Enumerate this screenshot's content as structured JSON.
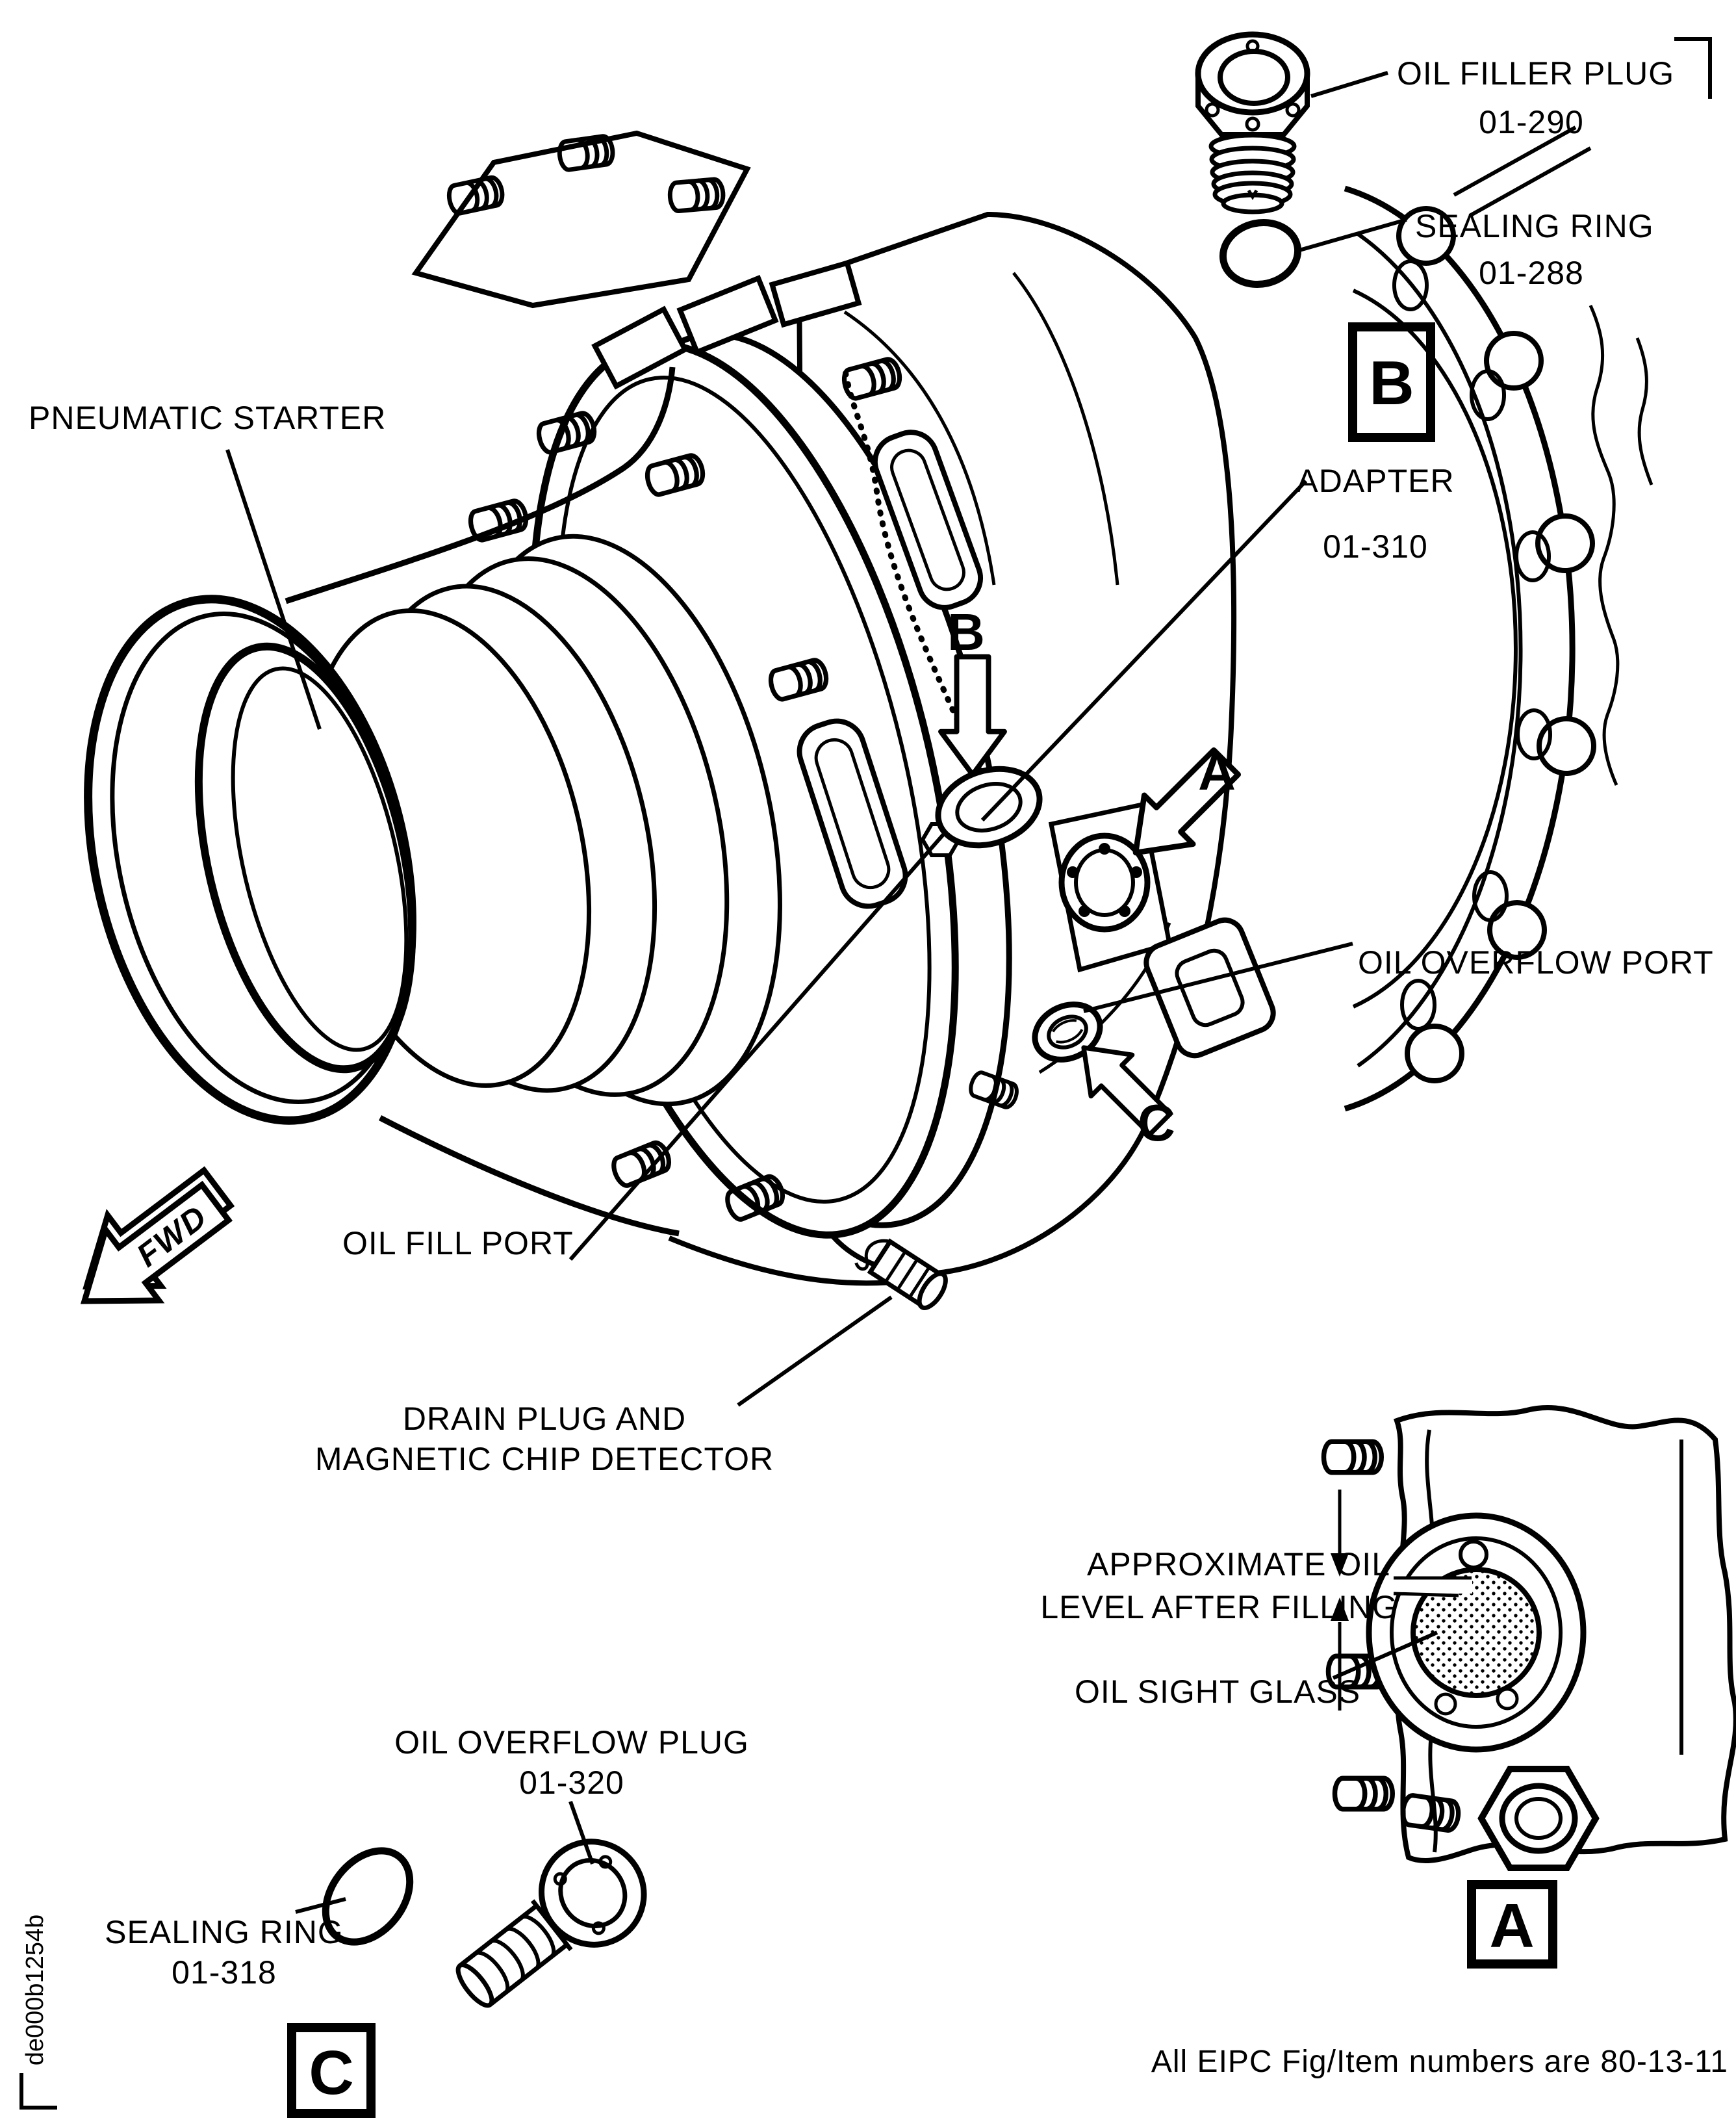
{
  "figure": {
    "footer": "All EIPC Fig/Item numbers are 80-13-11",
    "doc_number": "de000b1254b",
    "fwd_label": "FWD"
  },
  "labels": {
    "pneumatic_starter": "PNEUMATIC STARTER",
    "oil_fill_port": "OIL FILL PORT",
    "oil_overflow_port": "OIL OVERFLOW PORT",
    "adapter_name": "ADAPTER",
    "adapter_item": "01-310",
    "drain_line1": "DRAIN PLUG AND",
    "drain_line2": "MAGNETIC CHIP DETECTOR"
  },
  "callouts": {
    "a": "A",
    "b": "B",
    "c": "C"
  },
  "detail_a": {
    "marker": "A",
    "oil_level_line1": "APPROXIMATE OIL",
    "oil_level_line2": "LEVEL AFTER FILLING",
    "sight_glass": "OIL SIGHT GLASS"
  },
  "detail_b": {
    "marker": "B",
    "filler_plug_name": "OIL FILLER PLUG",
    "filler_plug_item": "01-290",
    "sealing_ring_name": "SEALING RING",
    "sealing_ring_item": "01-288"
  },
  "detail_c": {
    "marker": "C",
    "overflow_plug_name": "OIL OVERFLOW PLUG",
    "overflow_plug_item": "01-320",
    "sealing_ring_name": "SEALING RING",
    "sealing_ring_item": "01-318"
  }
}
